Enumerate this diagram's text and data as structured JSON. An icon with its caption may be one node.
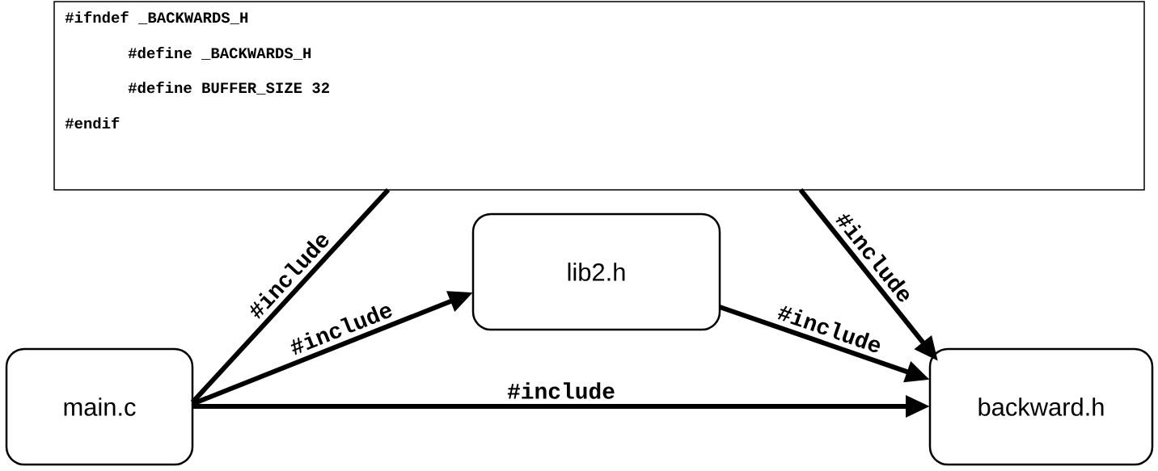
{
  "diagram": {
    "nodes": [
      {
        "text": [
          "#ifndef _BACKWARDS_H",
          "#define _BACKWARDS_H",
          "#define BUFFER_SIZE 32",
          "#endif"
        ]
      },
      {
        "text": [
          "main.c"
        ]
      },
      {
        "text": [
          "lib2.h"
        ]
      },
      {
        "text": [
          "backward.h"
        ]
      }
    ],
    "edges": [
      {
        "from": 1,
        "to": 0,
        "arrow": "none",
        "label": "#include"
      },
      {
        "from": 1,
        "to": 2,
        "arrow": "to",
        "label": "#include"
      },
      {
        "from": 2,
        "to": 3,
        "arrow": "to",
        "label": "#include"
      },
      {
        "from": 1,
        "to": 3,
        "arrow": "to",
        "label": "#include"
      },
      {
        "from": 0,
        "to": 3,
        "arrow": "to",
        "label": "#include"
      }
    ]
  }
}
